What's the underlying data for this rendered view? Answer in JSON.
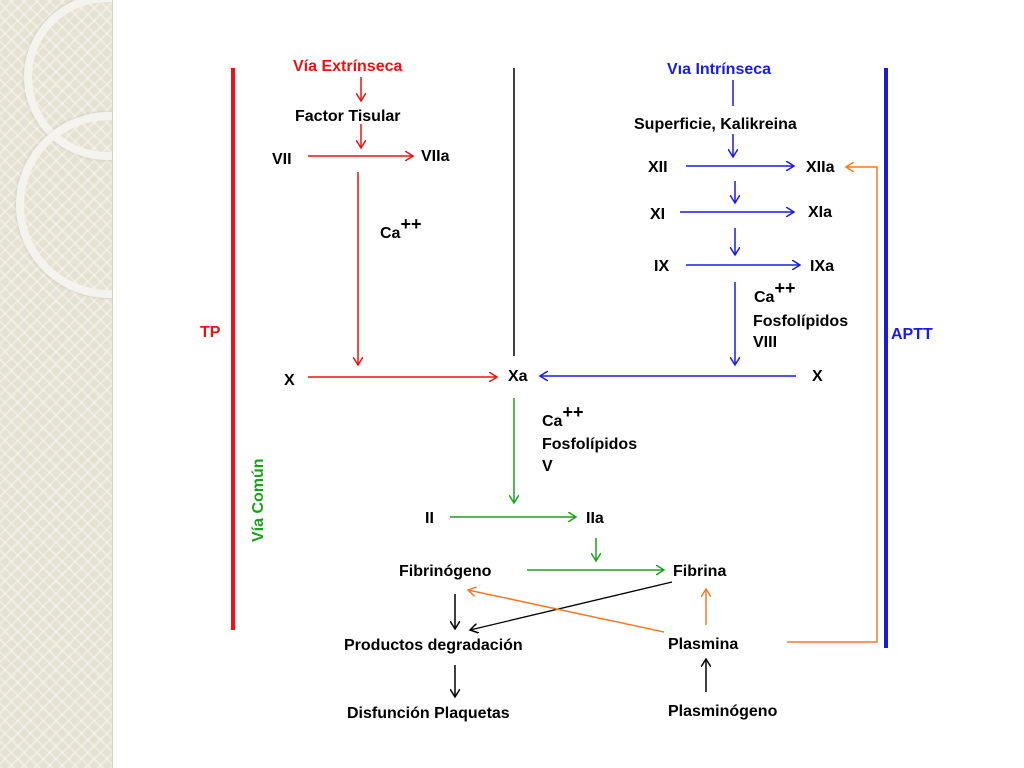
{
  "colors": {
    "extrinsic": "#ee1111",
    "intrinsic": "#1a1ae6",
    "common": "#1aa31a",
    "feedback": "#f07a2a",
    "neutral": "#000000"
  },
  "extrinsic": {
    "title": "Vía Extrínseca",
    "factor": "Factor Tisular",
    "vii": "VII",
    "viia": "VIIa",
    "ca": "Ca",
    "ca_sup": "++",
    "x": "X"
  },
  "intrinsic": {
    "title": "Vıa Intrínseca",
    "surface": "Superficie, Kalikreina",
    "xii": "XII",
    "xiia": "XIIa",
    "xi": "XI",
    "xia": "XIa",
    "ix": "IX",
    "ixa": "IXa",
    "ca": "Ca",
    "ca_sup": "++",
    "phospholipids": "Fosfolípidos",
    "viii": "VIII",
    "x": "X"
  },
  "common": {
    "xa": "Xa",
    "ca": "Ca",
    "ca_sup": "++",
    "phospholipids": "Fosfolípidos",
    "v": "V",
    "ii": "II",
    "iia": "IIa",
    "fibrinogen": "Fibrinógeno",
    "fibrin": "Fibrina",
    "degradation": "Productos degradación",
    "dysfunction": "Disfunción Plaquetas",
    "plasmin": "Plasmina",
    "plasminogen": "Plasminógeno"
  },
  "side_labels": {
    "tp": "TP",
    "common_path": "Vía Común",
    "aptt": "APTT"
  }
}
